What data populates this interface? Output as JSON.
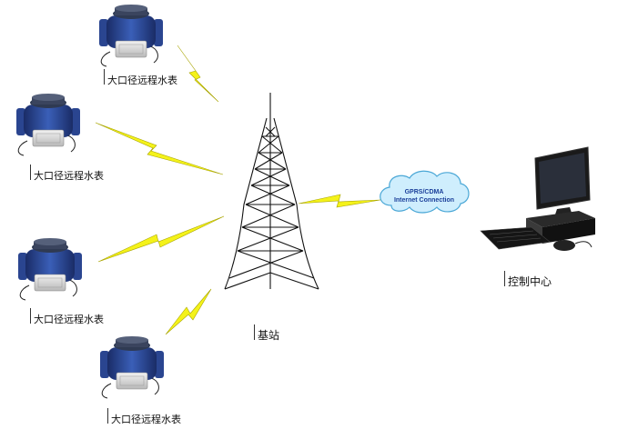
{
  "meters": {
    "label": "大口径远程水表",
    "count": 4
  },
  "tower": {
    "label": "基站"
  },
  "cloud": {
    "line1": "GPRS/CDMA",
    "line2": "Internet Connection"
  },
  "control": {
    "label": "控制中心"
  },
  "colors": {
    "meter_body": "#2e4fa0",
    "meter_dark": "#1a2c66",
    "lightning": "#f4f21a",
    "cloud_fill": "#cfeefd",
    "cloud_stroke": "#4aa7d6",
    "cloud_text": "#1a3f9a"
  },
  "icons": [
    "water-meter-icon",
    "lightning-icon",
    "tower-icon",
    "cloud-icon",
    "computer-icon"
  ]
}
